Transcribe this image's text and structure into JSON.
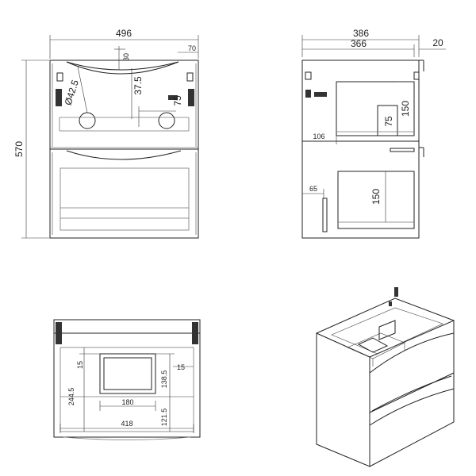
{
  "front_view": {
    "overall_width": "496",
    "overall_height": "570",
    "edge_offset": "30",
    "side_offset": "70",
    "hole_diameter": "Ø42.5",
    "hole_depth": "37.5",
    "hole_spacing": "75"
  },
  "side_view": {
    "overall_depth": "386",
    "inner_depth": "366",
    "back_offset": "20",
    "upper_cutout_height": "150",
    "upper_cutout_small": "75",
    "upper_setback": "106",
    "lower_setback": "65",
    "lower_cutout_height": "150"
  },
  "plan_view": {
    "left_height_top": "15",
    "left_height_bottom": "244.5",
    "cutout_width": "180",
    "right_height_top": "138.5",
    "right_offset": "15",
    "right_height_bottom": "121.5",
    "overall_inner_width": "418"
  }
}
